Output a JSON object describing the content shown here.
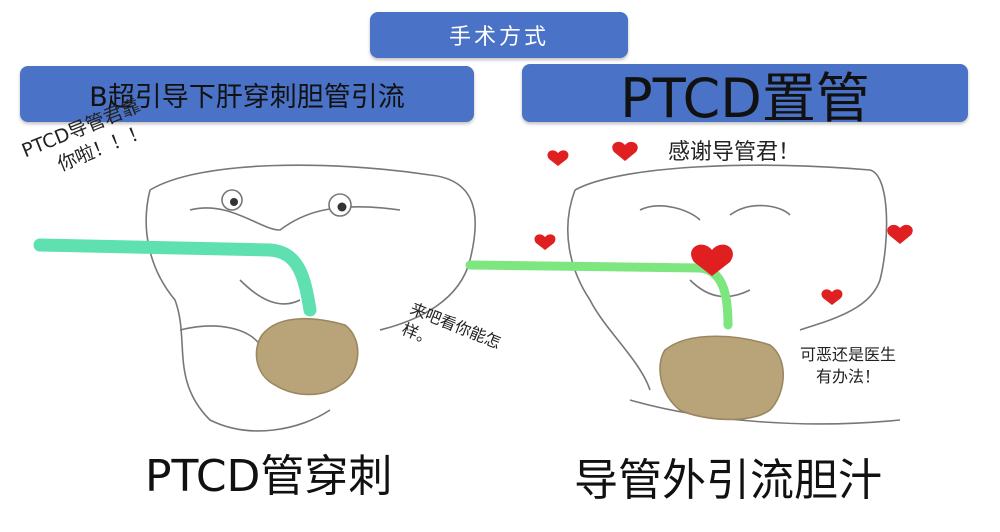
{
  "header": {
    "title": "手术方式"
  },
  "left_panel": {
    "label": "B超引导下肝穿刺胆管引流",
    "speech_tube_line1": "PTCD导管君靠",
    "speech_tube_line2": "你啦！！！",
    "speech_stone": "来吧看你能怎",
    "speech_stone_line2": "样。",
    "caption": "PTCD管穿刺"
  },
  "right_panel": {
    "label": "PTCD置管",
    "speech_liver": "感谢导管君！",
    "speech_stone_line1": "可恶还是医生",
    "speech_stone_line2": "有办法！",
    "caption": "导管外引流胆汁"
  },
  "colors": {
    "box": "#4a72c6",
    "tube_left": "#5fe0b0",
    "tube_right": "#7ee67e",
    "stone": "#b9a47a",
    "heart": "#e02020"
  }
}
